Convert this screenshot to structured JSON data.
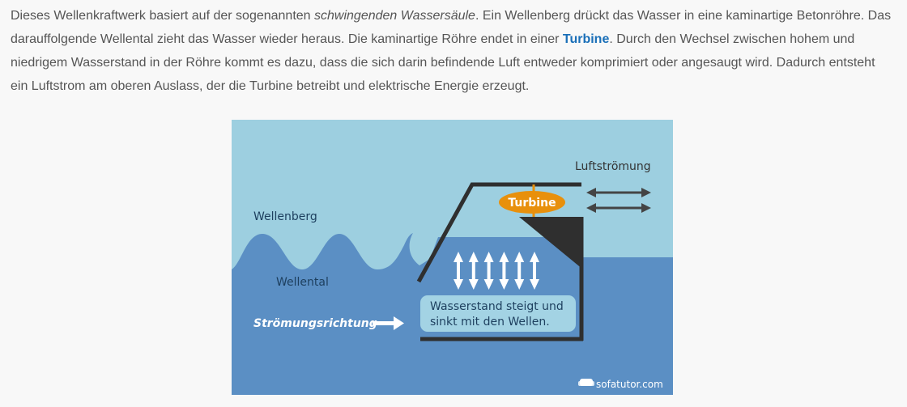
{
  "article": {
    "lines": [
      {
        "a": "Dieses Wellenkraftwerk basiert auf der sogenannten ",
        "em": "schwingenden Wassersäule",
        "b": ". Ein Wellenberg drückt das Wasser in eine kaminartige Betonröhre. Das"
      },
      {
        "a": "darauffolgende Wellental zieht das Wasser wieder heraus. Die kaminartige Röhre endet in einer ",
        "link": "Turbine",
        "b": ". Durch den Wechsel zwischen hohem und"
      },
      {
        "a": "niedrigem Wasserstand in der Röhre kommt es dazu, dass die sich darin befindende Luft entweder komprimiert oder angesaugt wird. Dadurch entsteht"
      },
      {
        "a": "ein Luftstrom am oberen Auslass, der die Turbine betreibt und elektrische Energie erzeugt."
      }
    ]
  },
  "figure": {
    "labels": {
      "luftstroemung": "Luftströmung",
      "turbine": "Turbine",
      "wellenberg": "Wellenberg",
      "wellental": "Wellental",
      "stroemungsrichtung": "Strömungsrichtung",
      "box_line1": "Wasserstand steigt und",
      "box_line2": "sinkt mit den Wellen.",
      "watermark": "sofatutor.com"
    },
    "colors": {
      "sky": "#9dcfe0",
      "water": "#5b8fc4",
      "wall": "#2f2f2f",
      "turbine": "#e8900c",
      "box": "#a3d3e4",
      "text_dark": "#1d3f5e"
    }
  }
}
